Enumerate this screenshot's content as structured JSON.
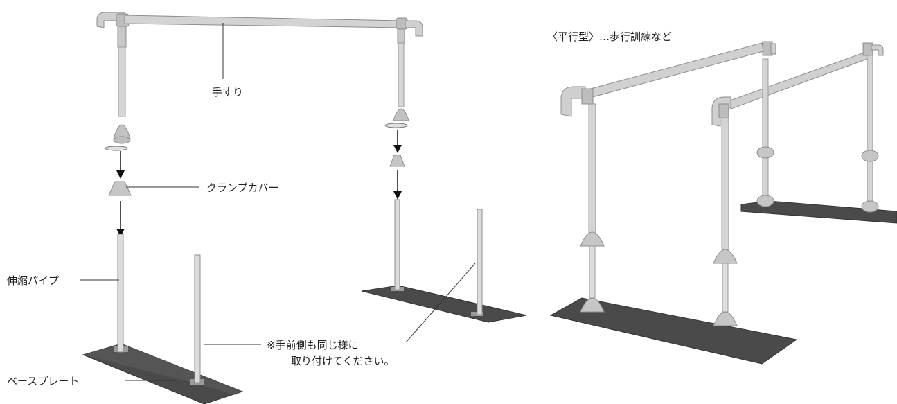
{
  "labels": {
    "handrail": "手すり",
    "clamp_cover": "クランプカバー",
    "telescopic_pipe": "伸縮パイプ",
    "base_plate": "ベースプレート",
    "note_line1": "※手前側も同じ様に",
    "note_line2": "取り付けてください。",
    "parallel_type": "〈平行型〉…歩行訓練など"
  },
  "colors": {
    "rail": "#cfcfcf",
    "rail_edge": "#8c8c8c",
    "pipe": "#d9d9d9",
    "base": "#4a4a4a",
    "base_top": "#5e5e5e",
    "line": "#333333"
  }
}
